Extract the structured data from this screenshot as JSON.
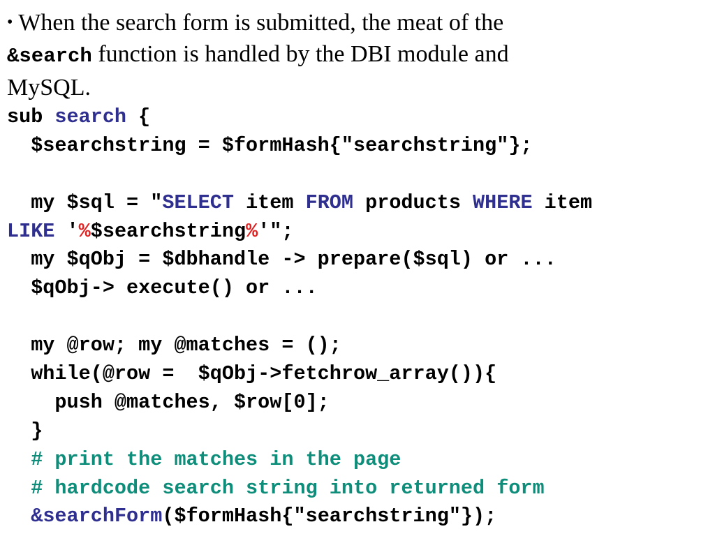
{
  "bullet": {
    "marker": "•",
    "text_1": "When the search form is submitted, the meat of the",
    "code_ref": "&search",
    "text_2": "function is handled by the DBI module and",
    "text_3": "MySQL."
  },
  "colors": {
    "text": "#000000",
    "keyword": "#2f2f8f",
    "wildcard": "#e02020",
    "comment": "#0e8e7a",
    "background": "#ffffff"
  },
  "code": {
    "l1": {
      "a": "sub ",
      "kw": "search",
      "b": " {"
    },
    "l2": "  $searchstring = $formHash{\"searchstring\"};",
    "l4": {
      "a": "  my $sql = \"",
      "kw1": "SELECT",
      "b": " item ",
      "kw2": "FROM",
      "c": " products ",
      "kw3": "WHERE",
      "d": " item"
    },
    "l5": {
      "kw": "LIKE",
      "a": " '",
      "pct1": "%",
      "b": "$searchstring",
      "pct2": "%",
      "c": "'\";"
    },
    "l6": "  my $qObj = $dbhandle -> prepare($sql) or ...",
    "l7": "  $qObj-> execute() or ...",
    "l9": "  my @row; my @matches = ();",
    "l10": "  while(@row =  $qObj->fetchrow_array()){",
    "l11": "    push @matches, $row[0];",
    "l12": "  }",
    "l13": "  # print the matches in the page",
    "l14": "  # hardcode search string into returned form",
    "l15": {
      "a": "  ",
      "kw": "&searchForm",
      "b": "($formHash{\"searchstring\"});"
    }
  }
}
